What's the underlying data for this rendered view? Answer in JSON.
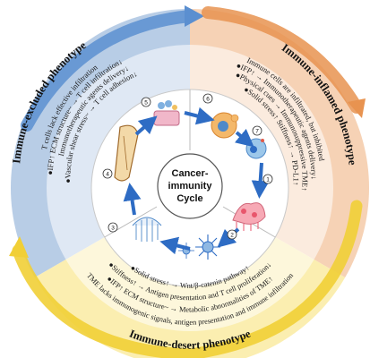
{
  "center": {
    "line1": "Cancer-",
    "line2": "immunity",
    "line3": "Cycle"
  },
  "phenotypes": {
    "excluded": {
      "title": "Immune-excluded phenotype",
      "lines": [
        "T cells lack effective infiltration",
        "●IFP↑ ECM structure~ → T cell infiltration↓",
        "Immunotherapeutic agents delivery↓",
        "●Vascular shear stress~ → T cell adhesion↓"
      ]
    },
    "inflamed": {
      "title": "Immune-inflamed phenotype",
      "lines": [
        "Immune cells are infiltrated, but inhibited",
        "●IFP↑ → Immunotherapeutic agents delivery↓",
        "●Physical cues → Immunosuppressive TME↑",
        "●Solid stress↑ Stiffness↑ → PD-L1↑"
      ]
    },
    "desert": {
      "title": "Immune-desert phenotype",
      "lines": [
        "●Solid stress↑ → Wnt/β-catenin pathway↑",
        "●Stiffness↑ → Antigen presentation and T cell proliferation↓",
        "●IFP↑ ECM structure~ → Metabolic abnormalities of TME↑",
        "TME lacks immunogenic signals, antigen presentation and immune infiltration"
      ]
    }
  },
  "steps": [
    "1",
    "2",
    "3",
    "4",
    "5",
    "6",
    "7"
  ],
  "colors": {
    "excluded_band": "#b8cde6",
    "excluded_arrow": "#5b8fd0",
    "inflamed_band": "#f6d2b5",
    "inflamed_arrow": "#e89350",
    "desert_band": "#fbeeb0",
    "desert_arrow": "#f1cf36",
    "inner_disk": "#ffffff",
    "flow_arrow": "#2e6cc4"
  },
  "icons": [
    "cancer-cell-icon",
    "tumor-antigen-icon",
    "dendritic-cell-icon",
    "lymph-node-icon",
    "t-cell-icon",
    "blood-vessel-icon",
    "tumor-tissue-icon"
  ]
}
